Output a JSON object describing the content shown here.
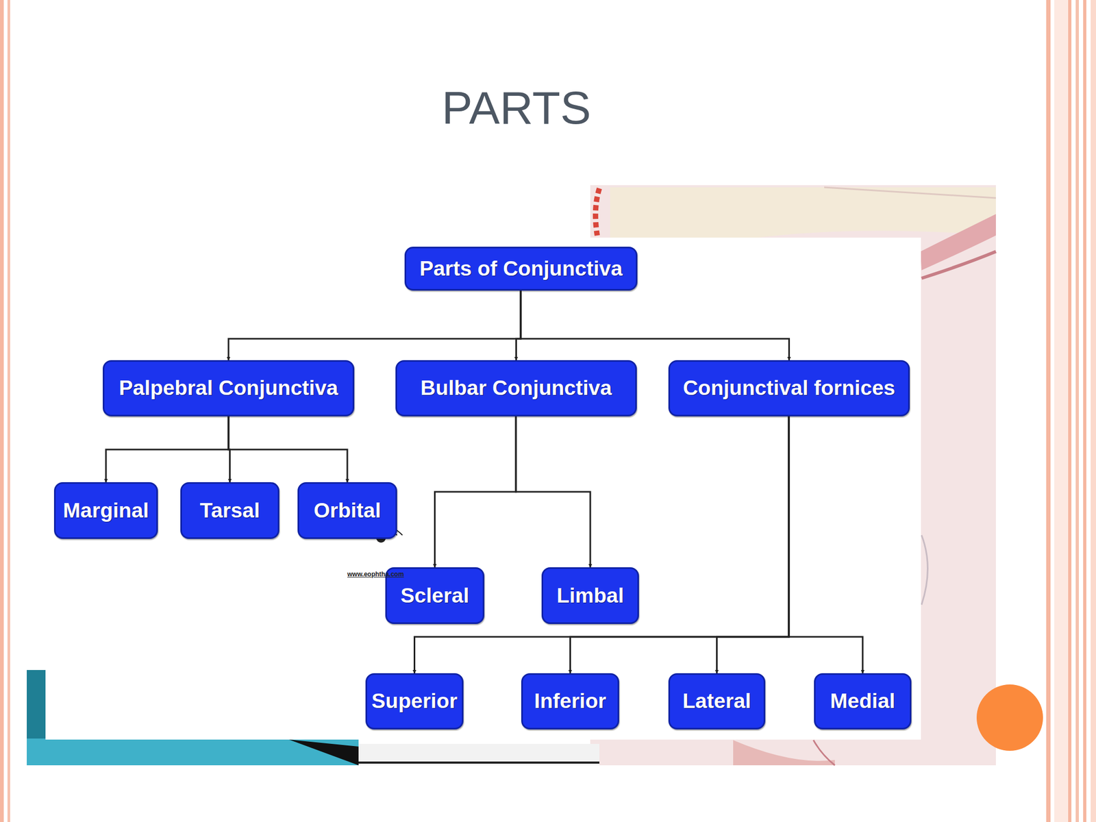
{
  "diagram": {
    "title": "PARTS",
    "nodes": [
      {
        "text": [
          "Parts of Conjunctiva"
        ]
      },
      {
        "text": [
          "Palpebral Conjunctiva"
        ]
      },
      {
        "text": [
          "Bulbar Conjunctiva"
        ]
      },
      {
        "text": [
          "Conjunctival fornices"
        ]
      },
      {
        "text": [
          "Marginal"
        ]
      },
      {
        "text": [
          "Tarsal"
        ]
      },
      {
        "text": [
          "Orbital"
        ]
      },
      {
        "text": [
          "Scleral"
        ]
      },
      {
        "text": [
          "Limbal"
        ]
      },
      {
        "text": [
          "Superior"
        ]
      },
      {
        "text": [
          "Inferior"
        ]
      },
      {
        "text": [
          "Lateral"
        ]
      },
      {
        "text": [
          "Medial"
        ]
      }
    ],
    "edges": [
      {
        "from": 0,
        "to": 1,
        "arrow": "to"
      },
      {
        "from": 0,
        "to": 2,
        "arrow": "to"
      },
      {
        "from": 0,
        "to": 3,
        "arrow": "to"
      },
      {
        "from": 1,
        "to": 4,
        "arrow": "to"
      },
      {
        "from": 1,
        "to": 5,
        "arrow": "to"
      },
      {
        "from": 1,
        "to": 6,
        "arrow": "to"
      },
      {
        "from": 2,
        "to": 7,
        "arrow": "to"
      },
      {
        "from": 2,
        "to": 8,
        "arrow": "to"
      },
      {
        "from": 3,
        "to": 9,
        "arrow": "to"
      },
      {
        "from": 3,
        "to": 10,
        "arrow": "to"
      },
      {
        "from": 3,
        "to": 11,
        "arrow": "to"
      },
      {
        "from": 3,
        "to": 12,
        "arrow": "to"
      }
    ],
    "labels": [
      "www.eophtha.com"
    ]
  }
}
